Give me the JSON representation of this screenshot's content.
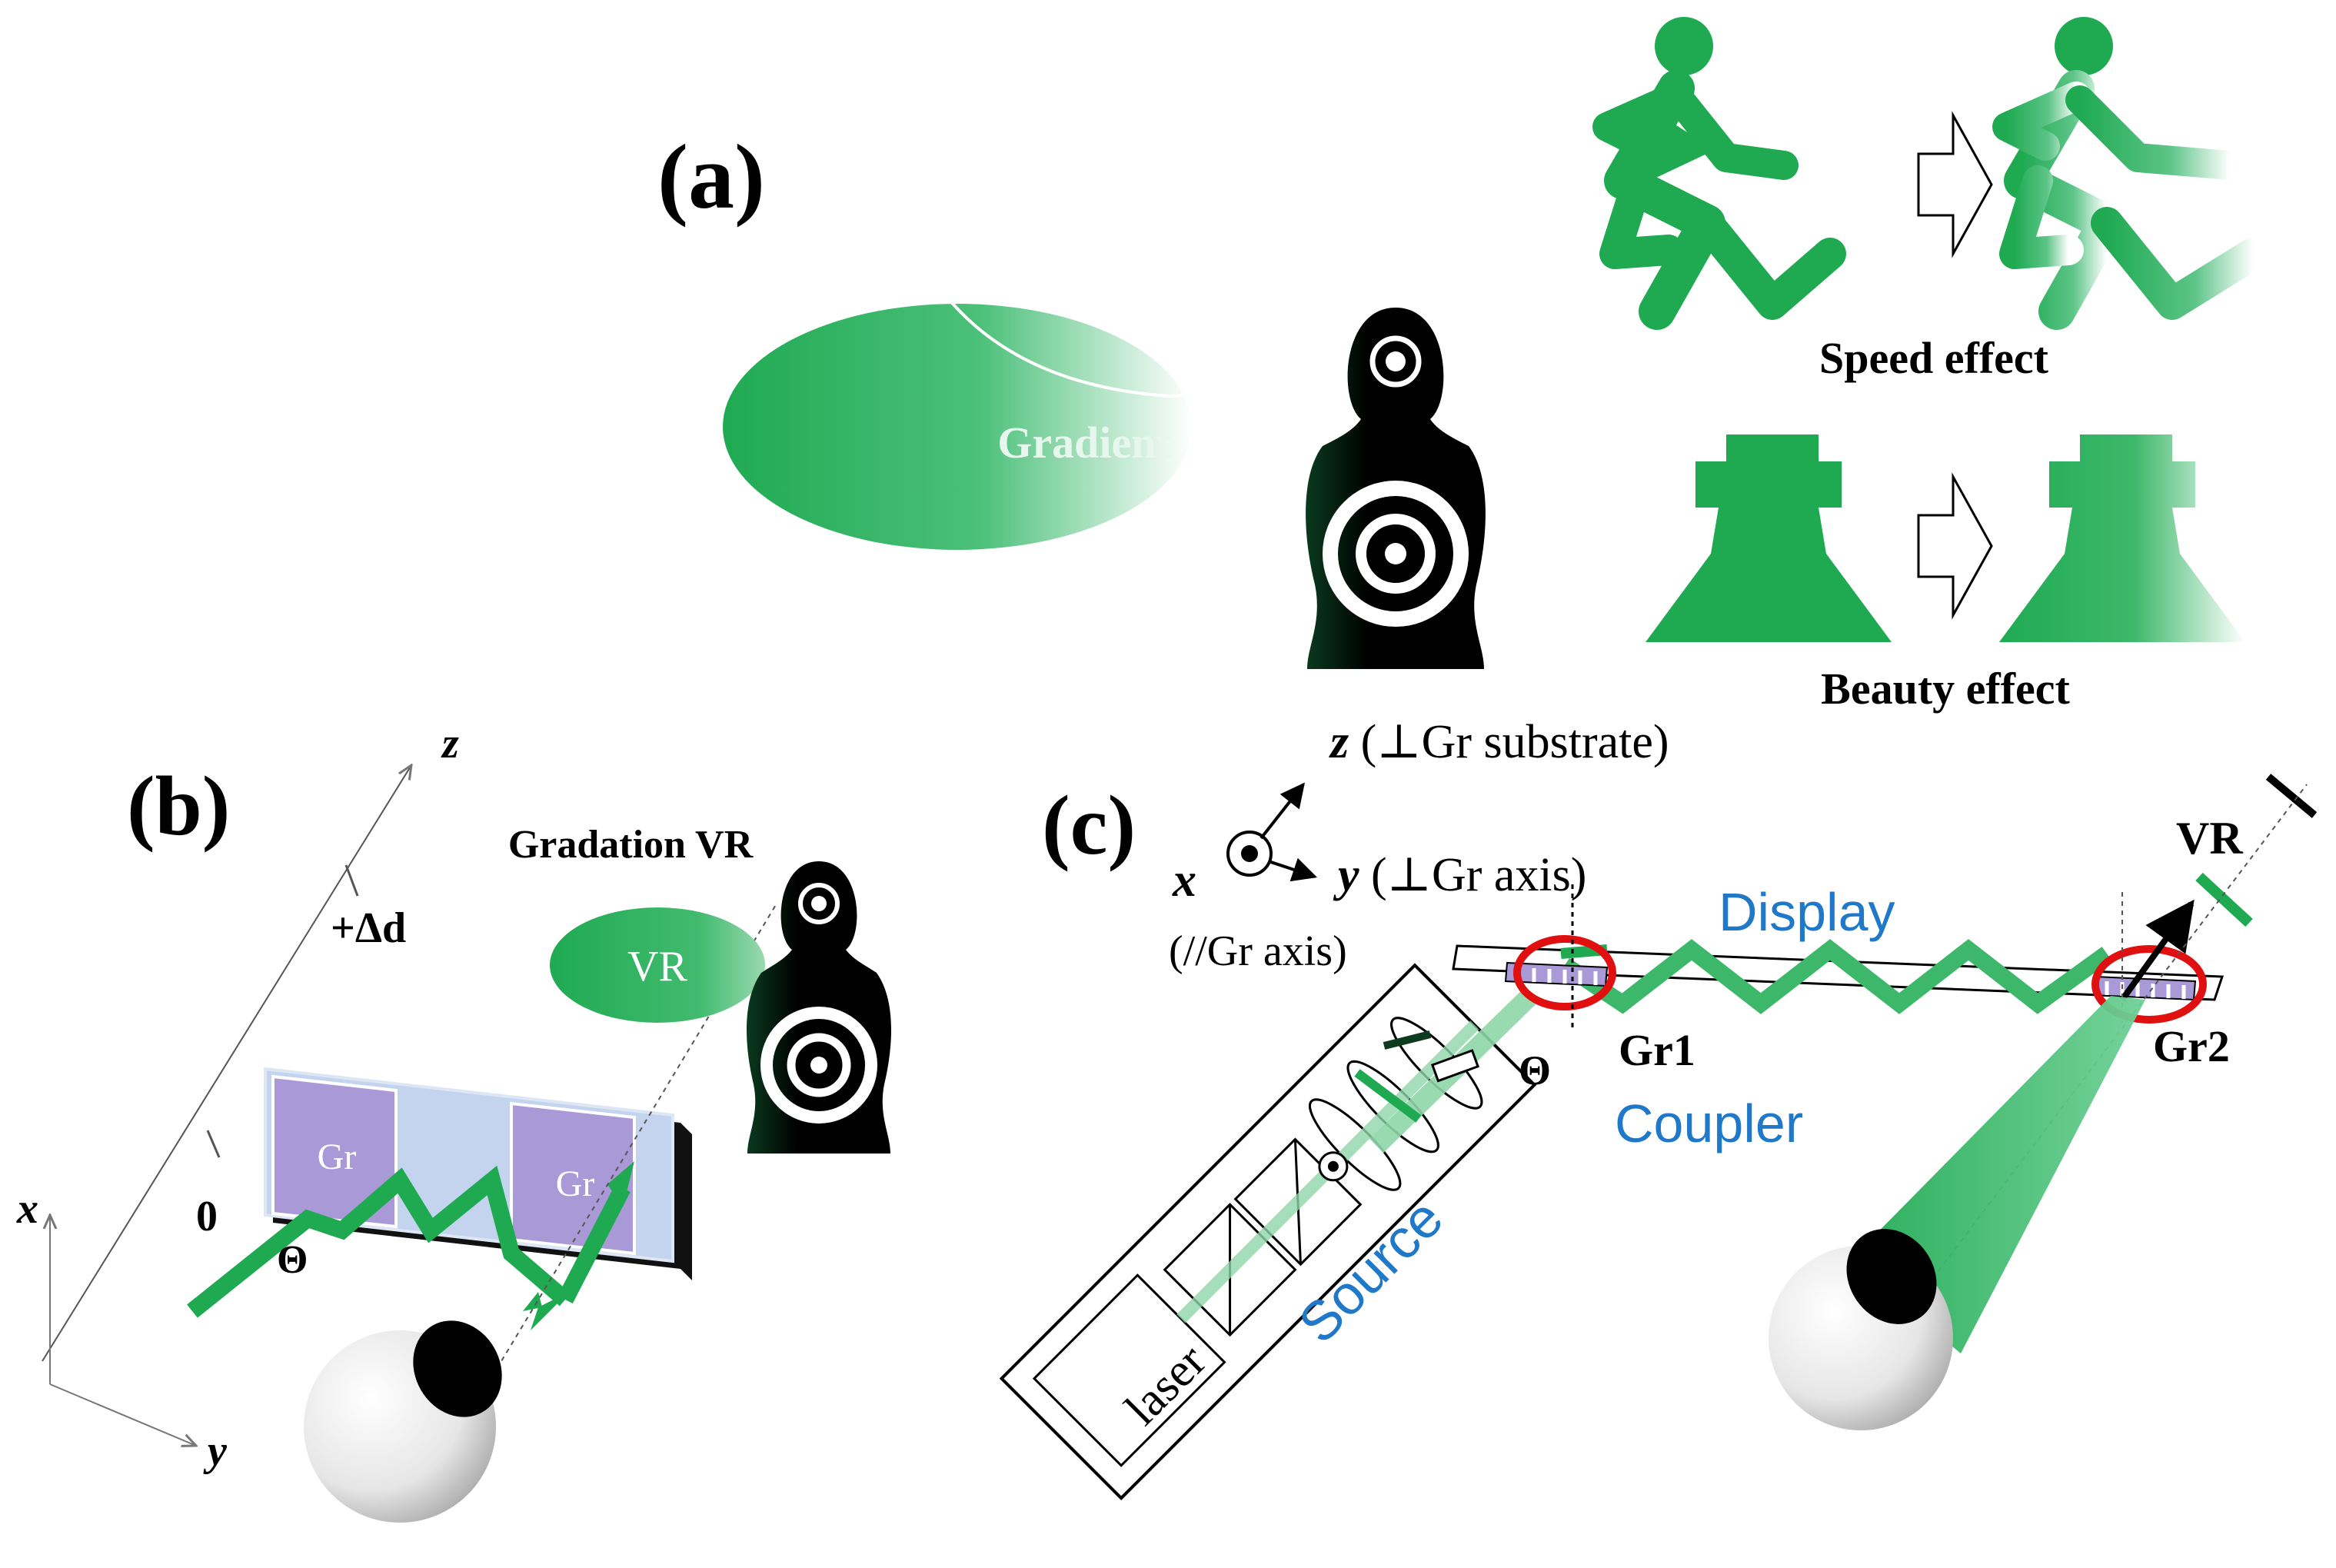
{
  "panel_a": {
    "label": "(a)",
    "gradient_label": "Gradient",
    "speed_label": "Speed effect",
    "beauty_label": "Beauty effect"
  },
  "panel_b": {
    "label": "(b)",
    "axis_z": "z",
    "axis_x": "x",
    "axis_y": "y",
    "delta_label": "+Δd",
    "zero_label": "0",
    "theta_label": "Θ",
    "gradation_label": "Gradation VR",
    "vr_label": "VR",
    "grating1_label": "Gr",
    "grating2_label": "Gr"
  },
  "panel_c": {
    "label": "(c)",
    "axis_z_var": "z",
    "axis_z_desc": " (⊥Gr substrate)",
    "axis_y_var": "y",
    "axis_y_desc": " (⊥Gr axis)",
    "axis_x_var": "x",
    "axis_x_desc": "(//Gr axis)",
    "display_label": "Display",
    "coupler_label": "Coupler",
    "source_label": "Source",
    "laser_label": "laser",
    "gr1_label": "Gr1",
    "gr2_label": "Gr2",
    "vr_label": "VR",
    "theta_label": "Θ"
  },
  "colors": {
    "green": "#1faa52",
    "blue": "#1f78c8",
    "red": "#e01010"
  }
}
